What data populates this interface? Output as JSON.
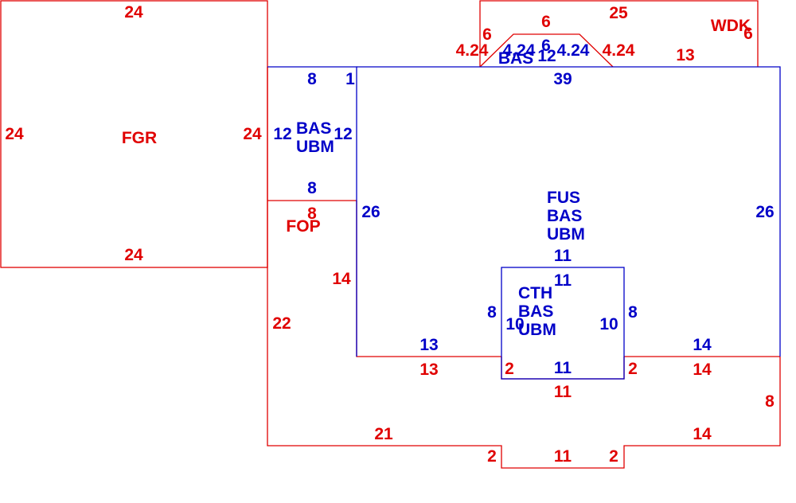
{
  "colors": {
    "red": "#e00000",
    "blue": "#0000c8"
  },
  "areas": {
    "fgr": {
      "name": "FGR",
      "dims": {
        "top": "24",
        "bottom": "24",
        "left": "24",
        "right": "24"
      }
    },
    "fop": {
      "name": "FOP",
      "dims": {
        "top": "8",
        "left": "22",
        "right": "14",
        "inner_top": "13",
        "bottom_left": "21",
        "bottom_right": "14",
        "right_end": "8",
        "bottom_right_inner": "14",
        "left_step": "2",
        "right_step": "2",
        "notch_bottom": "11"
      }
    },
    "wdk": {
      "name": "WDK",
      "dims": {
        "top": "25",
        "right": "6",
        "bottom": "13",
        "left": "6",
        "bay_top": "6",
        "bay_left_diag": "4.24",
        "bay_right_diag": "4.24"
      }
    },
    "bay": {
      "lines": [
        "BAS",
        "12"
      ],
      "dims": {
        "top": "6",
        "left_diag": "4.24",
        "right_diag": "4.24"
      }
    },
    "bas_small": {
      "lines": [
        "BAS",
        "UBM"
      ],
      "dims": {
        "top": "8",
        "bottom": "8",
        "left": "12",
        "right": "12",
        "right_top": "1"
      }
    },
    "fus": {
      "lines": [
        "FUS",
        "BAS",
        "UBM"
      ],
      "dims": {
        "top": "39",
        "left": "26",
        "right": "26",
        "bottom_left": "13",
        "bottom_right": "14",
        "bay_top": "11"
      }
    },
    "cth": {
      "lines": [
        "CTH",
        "BAS",
        "UBM"
      ],
      "dims": {
        "top": "11",
        "bottom": "11",
        "left": "8",
        "right": "8",
        "left_inner": "10",
        "right_inner": "10",
        "outer_bottom": "11",
        "left_step": "2",
        "right_step": "2"
      }
    }
  }
}
